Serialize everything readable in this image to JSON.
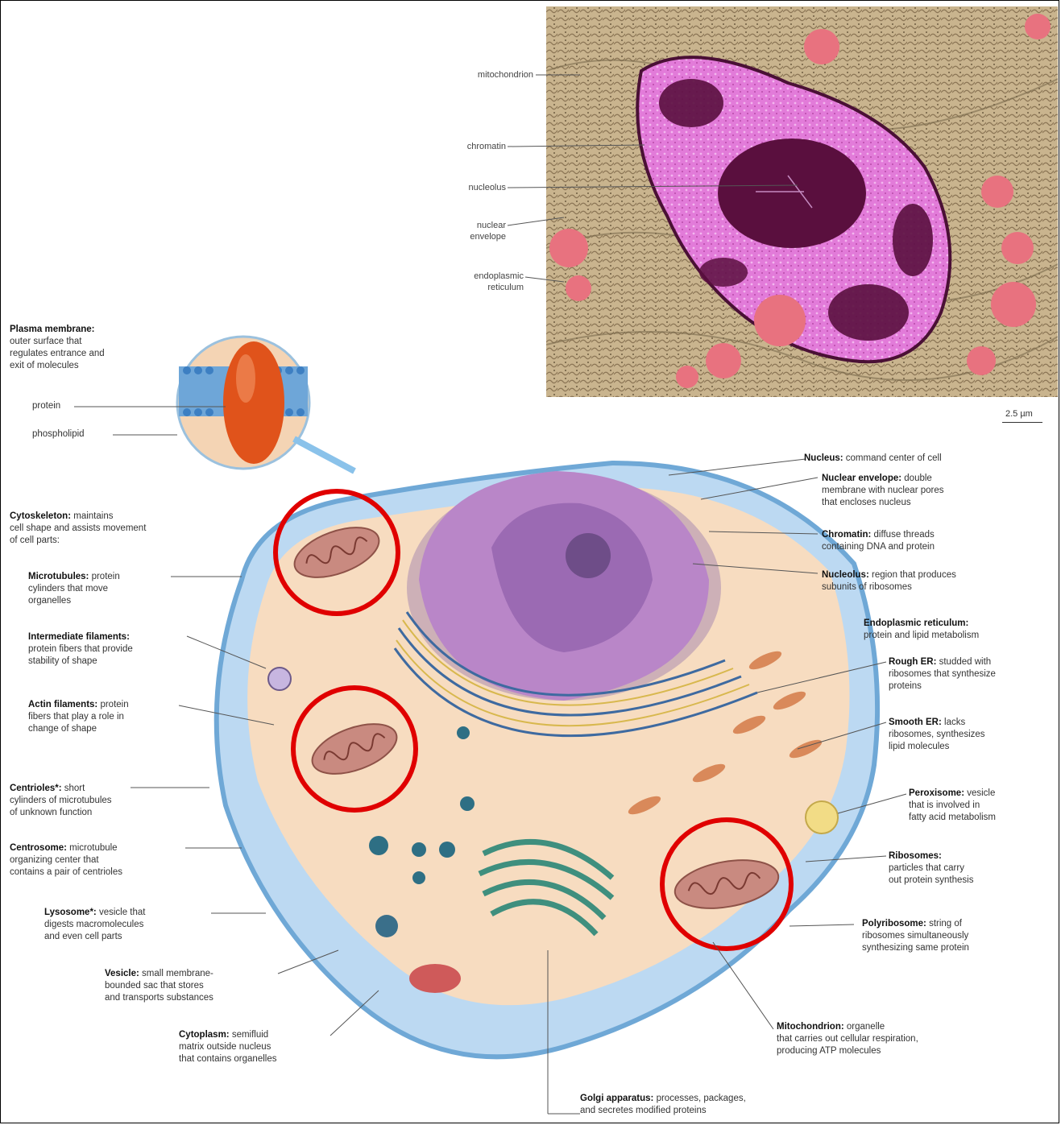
{
  "micrograph": {
    "labels": [
      {
        "id": "mitochondrion",
        "lines": [
          "mitochondrion"
        ]
      },
      {
        "id": "chromatin",
        "lines": [
          "chromatin"
        ]
      },
      {
        "id": "nucleolus",
        "lines": [
          "nucleolus"
        ]
      },
      {
        "id": "nuclear-envelope",
        "lines": [
          "nuclear",
          "envelope"
        ]
      },
      {
        "id": "endoplasmic-reticulum",
        "lines": [
          "endoplasmic",
          "reticulum"
        ]
      }
    ],
    "scale_bar": "2.5 µm"
  },
  "left_labels": {
    "plasma_membrane": {
      "title": "Plasma membrane:",
      "desc": [
        "outer surface that",
        "regulates entrance and",
        "exit of molecules"
      ]
    },
    "protein": "protein",
    "phospholipid": "phospholipid",
    "cytoskeleton": {
      "title": "Cytoskeleton:",
      "desc": [
        " maintains",
        "cell shape and assists movement",
        "of cell parts:"
      ]
    },
    "microtubules": {
      "title": "Microtubules:",
      "desc": [
        " protein",
        "cylinders that move",
        "organelles"
      ]
    },
    "intermediate_filaments": {
      "title": "Intermediate filaments:",
      "desc": [
        "protein fibers that provide",
        "stability of shape"
      ]
    },
    "actin_filaments": {
      "title": "Actin filaments:",
      "desc": [
        " protein",
        "fibers that play a role in",
        "change of shape"
      ]
    },
    "centrioles": {
      "title": "Centrioles*:",
      "desc": [
        " short",
        "cylinders of microtubules",
        "of unknown function"
      ]
    },
    "centrosome": {
      "title": "Centrosome:",
      "desc": [
        " microtubule",
        "organizing center that",
        "contains a pair of centrioles"
      ]
    },
    "lysosome": {
      "title": "Lysosome*:",
      "desc": [
        " vesicle that",
        "digests macromolecules",
        "and even cell parts"
      ]
    },
    "vesicle": {
      "title": "Vesicle:",
      "desc": [
        " small membrane-",
        "bounded sac that stores",
        "and transports substances"
      ]
    },
    "cytoplasm": {
      "title": "Cytoplasm:",
      "desc": [
        " semifluid",
        "matrix outside nucleus",
        "that contains organelles"
      ]
    }
  },
  "right_labels": {
    "nucleus": {
      "title": "Nucleus:",
      "desc": [
        " command center of cell"
      ]
    },
    "nuclear_envelope": {
      "title": "Nuclear envelope:",
      "desc": [
        " double",
        "membrane with nuclear pores",
        "that encloses nucleus"
      ]
    },
    "chromatin": {
      "title": "Chromatin:",
      "desc": [
        " diffuse threads",
        "containing DNA and protein"
      ]
    },
    "nucleolus": {
      "title": "Nucleolus:",
      "desc": [
        " region that produces",
        "subunits of ribosomes"
      ]
    },
    "endoplasmic_reticulum": {
      "title": "Endoplasmic reticulum:",
      "desc": [
        "protein and lipid metabolism"
      ]
    },
    "rough_er": {
      "title": "Rough ER:",
      "desc": [
        " studded with",
        "ribosomes that synthesize",
        "proteins"
      ]
    },
    "smooth_er": {
      "title": "Smooth ER:",
      "desc": [
        " lacks",
        "ribosomes, synthesizes",
        "lipid molecules"
      ]
    },
    "peroxisome": {
      "title": "Peroxisome:",
      "desc": [
        " vesicle",
        "that is involved in",
        "fatty acid metabolism"
      ]
    },
    "ribosomes": {
      "title": "Ribosomes:",
      "desc": [
        "particles that carry",
        "out protein synthesis"
      ]
    },
    "polyribosome": {
      "title": "Polyribosome:",
      "desc": [
        " string of",
        "ribosomes simultaneously",
        "synthesizing same protein"
      ]
    },
    "mitochondrion": {
      "title": "Mitochondrion:",
      "desc": [
        " organelle",
        "that carries out cellular respiration,",
        "producing ATP molecules"
      ]
    },
    "golgi": {
      "title": "Golgi apparatus:",
      "desc": [
        " processes, packages,",
        "and secretes modified proteins"
      ]
    }
  },
  "colors": {
    "highlight_circle": "#e00000",
    "cell_membrane": "#6fa8d6",
    "nucleus": "#a878b8",
    "mitochondrion": "#c98a80",
    "micrograph_bg": "#c9b48e",
    "chromatin_dark": "#5a0f3e"
  },
  "highlight_count": 3
}
